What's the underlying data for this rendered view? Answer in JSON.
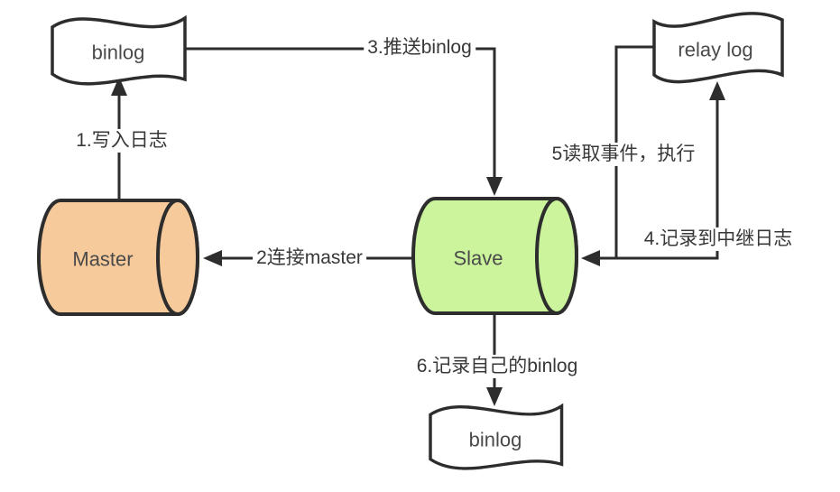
{
  "diagram": {
    "title": "MySQL master-slave replication flow",
    "colors": {
      "outline": "#2d2d2d",
      "master_fill": "#f6ca9b",
      "slave_fill": "#cbf49d",
      "doc_fill": "#ffffff",
      "edge_label_color": "#383838",
      "node_label_color": "#4a4a4a",
      "background": "#ffffff"
    }
  },
  "nodes": {
    "binlog_top": {
      "label": "binlog",
      "type": "document"
    },
    "relay_log": {
      "label": "relay log",
      "type": "document"
    },
    "binlog_bottom": {
      "label": "binlog",
      "type": "document"
    },
    "master": {
      "label": "Master",
      "type": "cylinder"
    },
    "slave": {
      "label": "Slave",
      "type": "cylinder"
    }
  },
  "edges": [
    {
      "id": "1",
      "label": "1.写入日志",
      "from": "master",
      "to": "binlog_top"
    },
    {
      "id": "2",
      "label": "2连接master",
      "from": "slave",
      "to": "master"
    },
    {
      "id": "3",
      "label": "3.推送binlog",
      "from": "binlog_top",
      "to": "slave"
    },
    {
      "id": "4",
      "label": "4.记录到中继日志",
      "from": "slave",
      "to": "relay_log"
    },
    {
      "id": "5",
      "label": "5读取事件，执行",
      "from": "relay_log",
      "to": "slave"
    },
    {
      "id": "6",
      "label": "6.记录自己的binlog",
      "from": "slave",
      "to": "binlog_bottom"
    }
  ]
}
